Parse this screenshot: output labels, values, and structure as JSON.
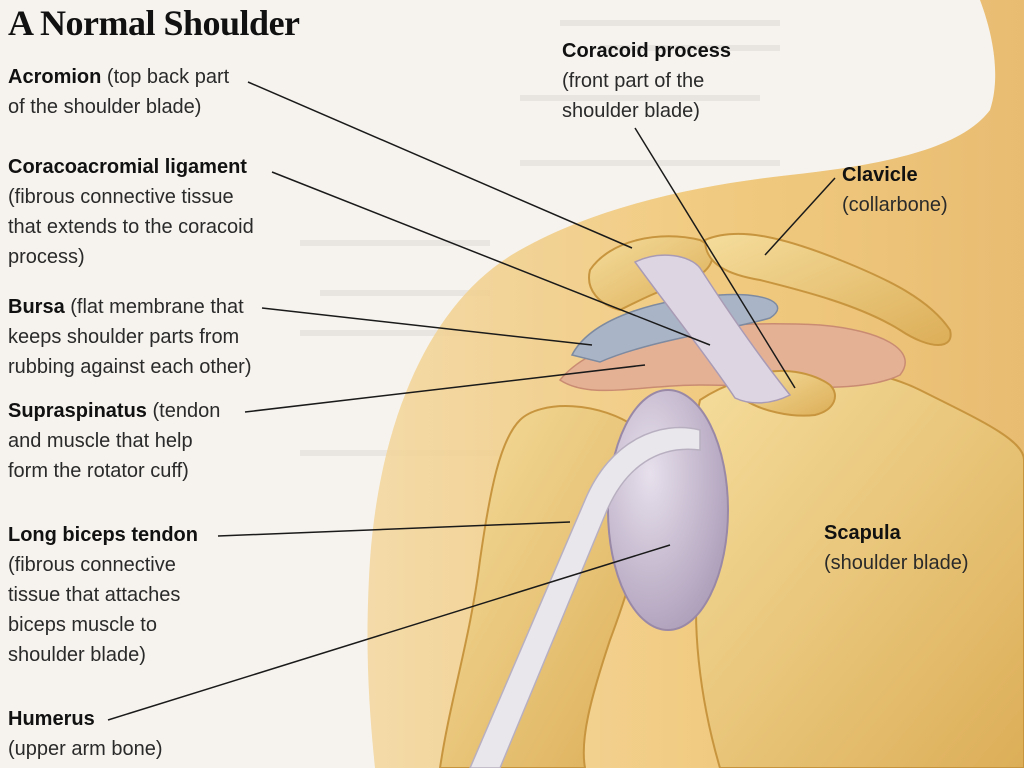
{
  "title": "A Normal Shoulder",
  "labels": {
    "acromion": {
      "name": "Acromion",
      "desc_1": "(top back part",
      "desc_2": "of the shoulder blade)"
    },
    "coracoacromial": {
      "name": "Coracoacromial ligament",
      "desc_1": "(fibrous connective tissue",
      "desc_2": "that extends to the coracoid",
      "desc_3": "process)"
    },
    "bursa": {
      "name": "Bursa",
      "desc_1": "(flat membrane that",
      "desc_2": "keeps shoulder parts from",
      "desc_3": "rubbing against each other)"
    },
    "supraspinatus": {
      "name": "Supraspinatus",
      "desc_1": "(tendon",
      "desc_2": "and muscle that help",
      "desc_3": "form the rotator cuff)"
    },
    "biceps": {
      "name": "Long biceps tendon",
      "desc_1": "(fibrous connective",
      "desc_2": "tissue that attaches",
      "desc_3": "biceps muscle to",
      "desc_4": "shoulder blade)"
    },
    "humerus": {
      "name": "Humerus",
      "desc_1": "(upper arm bone)"
    },
    "coracoid": {
      "name": "Coracoid process",
      "desc_1": "(front part of the",
      "desc_2": "shoulder blade)"
    },
    "clavicle": {
      "name": "Clavicle",
      "desc_1": "(collarbone)"
    },
    "scapula": {
      "name": "Scapula",
      "desc_1": "(shoulder blade)"
    }
  },
  "colors": {
    "skin": "#f1c77a",
    "bone": "#efd089",
    "bone_shadow": "#d8a84f",
    "cartilage": "#c9bcd0",
    "bursa": "#aab6c8",
    "tendon": "#e8e4ea",
    "muscle": "#e3b09a"
  }
}
